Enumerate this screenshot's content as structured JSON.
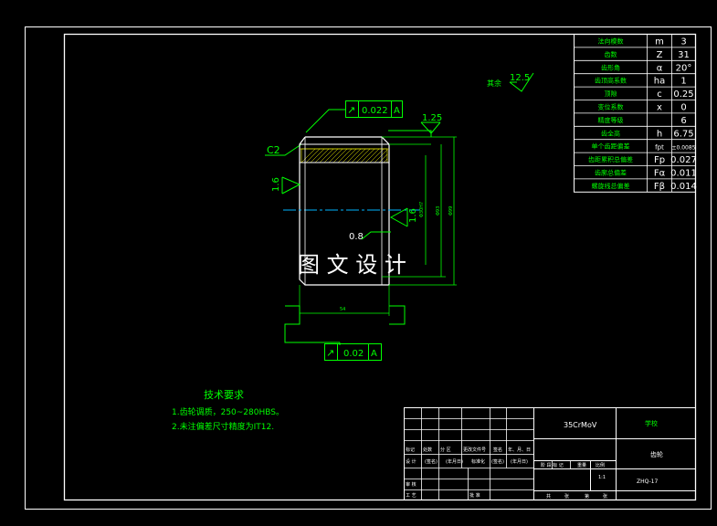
{
  "colors": {
    "background": "#000000",
    "frame": "#ffffff",
    "annotation": "#00ff00",
    "centerline": "#00b4ff",
    "hatch": "#ffff00",
    "watermark": "#ffffff"
  },
  "gear_table": {
    "rows": [
      {
        "name": "法向模数",
        "symbol": "m",
        "value": "3"
      },
      {
        "name": "齿数",
        "symbol": "Z",
        "value": "31"
      },
      {
        "name": "齿形角",
        "symbol": "α",
        "value": "20°"
      },
      {
        "name": "齿顶高系数",
        "symbol": "ha",
        "value": "1"
      },
      {
        "name": "顶隙",
        "symbol": "c",
        "value": "0.25"
      },
      {
        "name": "变位系数",
        "symbol": "x",
        "value": "0"
      },
      {
        "name": "精度等级",
        "symbol": "",
        "value": "6"
      },
      {
        "name": "齿全高",
        "symbol": "h",
        "value": "6.75"
      },
      {
        "name": "单个齿距偏差",
        "symbol": "fpt",
        "value": "±0.0085"
      },
      {
        "name": "齿距累积总偏差",
        "symbol": "Fp",
        "value": "0.027"
      },
      {
        "name": "齿廓总偏差",
        "symbol": "Fα",
        "value": "0.011"
      },
      {
        "name": "螺旋线总偏差",
        "symbol": "Fβ",
        "value": "0.014"
      }
    ]
  },
  "roughness_other": {
    "label": "其余",
    "value": "12.5"
  },
  "tolerance_top": {
    "symbol": "↗",
    "value": "0.022",
    "datum": "A"
  },
  "tolerance_bottom": {
    "symbol": "↗",
    "value": "0.02",
    "datum": "A"
  },
  "chamfer": "C2",
  "roughness_top": "1.25",
  "roughness_left": "1.6",
  "roughness_bore": "1.6",
  "dim_bore": "0.8",
  "dim_inner": "Φ30H7",
  "dim_pitch": "Φ93",
  "dim_outer": "Φ99",
  "dim_width": "54",
  "watermark": "图 文 设 计",
  "tech_requirements": {
    "title": "技术要求",
    "items": [
      "1.齿轮调质，250~280HBS。",
      "2.未注偏差尺寸精度为IT12."
    ]
  },
  "title_block": {
    "material": "35CrMoV",
    "school": "学校",
    "part_name": "齿轮",
    "drawing_no": "ZHQ-17",
    "scale": "1:1",
    "header_row": [
      "标记",
      "处数",
      "分 区",
      "更改文件号",
      "签名",
      "年、月、日"
    ],
    "sign_row": [
      "(签名)",
      "(年月日)",
      "标准化",
      "(签名)",
      "(年月日)"
    ],
    "designer_label": "设 计",
    "reviewer_label": "审 核",
    "process_label": "工 艺",
    "approve_label": "批 准",
    "stage_labels": [
      "阶 段 标 记",
      "重量",
      "比例"
    ],
    "sheet_labels": [
      "共",
      "张",
      "第",
      "张"
    ]
  }
}
